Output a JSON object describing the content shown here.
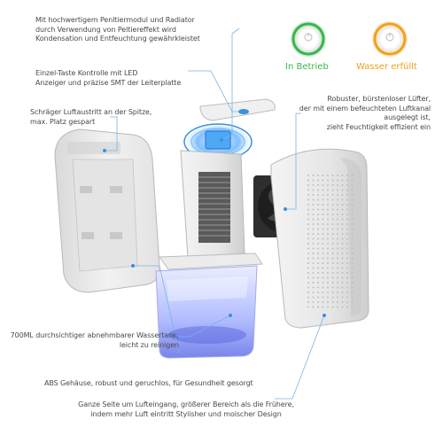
{
  "colors": {
    "status_on": "#3ab54a",
    "status_full": "#f0a020",
    "leader": "#7ab3e6",
    "text": "#4a4a4a"
  },
  "status": {
    "on_label": "In Betrieb",
    "full_label": "Wasser erfüllt",
    "on_icon": "power-icon",
    "full_icon": "power-icon"
  },
  "annotations": {
    "peltier": [
      "Mit hochwertigem Penltiermodul und Radiator",
      "durch Verwendung von Peltiereffekt wird",
      "Kondensation und Entfeuchtung gewährkleistet"
    ],
    "led": [
      "Einzel-Taste Kontrolle mit LED",
      "Anzeiger und präzise SMT der Leiterplatte"
    ],
    "outlet": [
      "Schräger Luftaustritt an der Spitze,",
      "max. Platz gespart"
    ],
    "fan": [
      "Robuster, bürstenloser Lüfter,",
      "der mit einem befeuchteten Luftkanal",
      "ausgelegt ist,",
      "zieht Feuchtigkeit effizient ein"
    ],
    "tank": [
      "700ML durchsichtiger abnehmbarer Wassertank,",
      "leicht zu reinigen"
    ],
    "abs": [
      "ABS Gehäuse, robust und geruchlos, für Gesundheit gesorgt"
    ],
    "inlet": [
      "Ganze Seite um Lufteingang, größerer Bereich als die Frühere,",
      "indem mehr Luft eintritt Stylisher und moischer Design"
    ]
  }
}
